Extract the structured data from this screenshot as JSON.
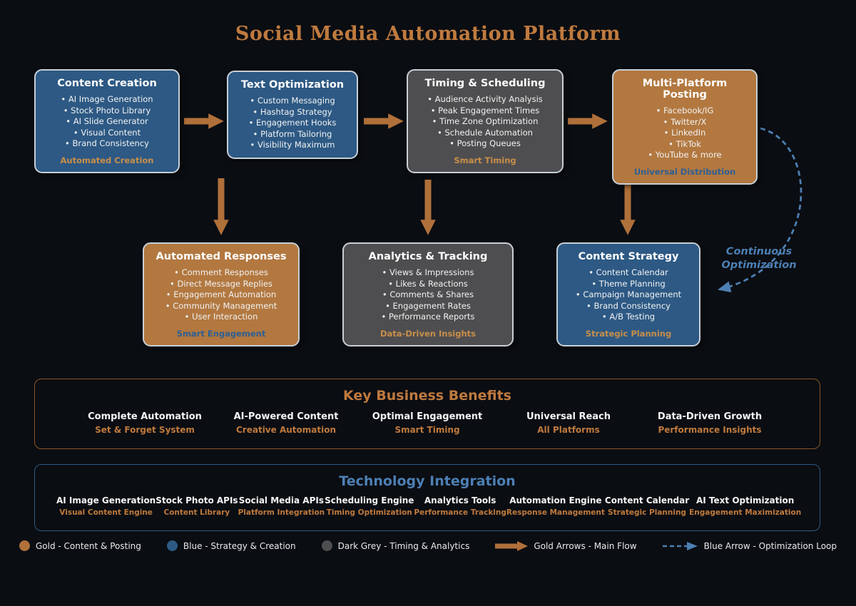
{
  "title": "Social Media Automation Platform",
  "colors": {
    "background": "#0a0d12",
    "gold_box": "#b27840",
    "blue_box": "#2d5984",
    "grey_box": "#4e4e50",
    "gold_accent": "#bf7a3e",
    "blue_accent": "#4d7fb3",
    "arrow_gold": "#b0703a"
  },
  "flow": {
    "top_row": [
      {
        "title": "Content Creation",
        "color": "blue",
        "items": [
          "AI Image Generation",
          "Stock Photo Library",
          "AI Slide Generator",
          "Visual Content",
          "Brand Consistency"
        ],
        "footer": "Automated Creation"
      },
      {
        "title": "Text Optimization",
        "color": "blue",
        "items": [
          "Custom Messaging",
          "Hashtag Strategy",
          "Engagement Hooks",
          "Platform Tailoring",
          "Visibility Maximum"
        ],
        "footer": ""
      },
      {
        "title": "Timing & Scheduling",
        "color": "grey",
        "items": [
          "Audience Activity Analysis",
          "Peak Engagement Times",
          "Time Zone Optimization",
          "Schedule Automation",
          "Posting Queues"
        ],
        "footer": "Smart Timing"
      },
      {
        "title": "Multi-Platform Posting",
        "color": "gold",
        "items": [
          "Facebook/IG",
          "Twitter/X",
          "LinkedIn",
          "TikTok",
          "YouTube & more"
        ],
        "footer": "Universal Distribution"
      }
    ],
    "bottom_row": [
      {
        "title": "Automated Responses",
        "color": "gold",
        "items": [
          "Comment Responses",
          "Direct Message Replies",
          "Engagement Automation",
          "Community Management",
          "User Interaction"
        ],
        "footer": "Smart Engagement"
      },
      {
        "title": "Analytics & Tracking",
        "color": "grey",
        "items": [
          "Views & Impressions",
          "Likes & Reactions",
          "Comments & Shares",
          "Engagement Rates",
          "Performance Reports"
        ],
        "footer": "Data-Driven Insights"
      },
      {
        "title": "Content Strategy",
        "color": "blue",
        "items": [
          "Content Calendar",
          "Theme Planning",
          "Campaign Management",
          "Brand Consistency",
          "A/B Testing"
        ],
        "footer": "Strategic Planning"
      }
    ],
    "loop_label": "Continuous Optimization"
  },
  "benefits": {
    "title": "Key Business Benefits",
    "items": [
      {
        "label": "Complete Automation",
        "sub": "Set & Forget System"
      },
      {
        "label": "AI-Powered Content",
        "sub": "Creative Automation"
      },
      {
        "label": "Optimal Engagement",
        "sub": "Smart Timing"
      },
      {
        "label": "Universal Reach",
        "sub": "All Platforms"
      },
      {
        "label": "Data-Driven Growth",
        "sub": "Performance Insights"
      }
    ]
  },
  "technology": {
    "title": "Technology Integration",
    "items": [
      {
        "label": "AI Image Generation",
        "sub": "Visual Content Engine"
      },
      {
        "label": "Stock Photo APIs",
        "sub": "Content Library"
      },
      {
        "label": "Social Media APIs",
        "sub": "Platform Integration"
      },
      {
        "label": "Scheduling Engine",
        "sub": "Timing Optimization"
      },
      {
        "label": "Analytics Tools",
        "sub": "Performance Tracking"
      },
      {
        "label": "Automation Engine",
        "sub": "Response Management"
      },
      {
        "label": "Content Calendar",
        "sub": "Strategic Planning"
      },
      {
        "label": "AI Text Optimization",
        "sub": "Engagement Maximization"
      }
    ]
  },
  "legend": {
    "items": [
      {
        "label": "Gold - Content & Posting"
      },
      {
        "label": "Blue - Strategy & Creation"
      },
      {
        "label": "Dark Grey - Timing & Analytics"
      },
      {
        "label": "Gold Arrows - Main Flow"
      },
      {
        "label": "Blue Arrow - Optimization Loop"
      }
    ]
  }
}
